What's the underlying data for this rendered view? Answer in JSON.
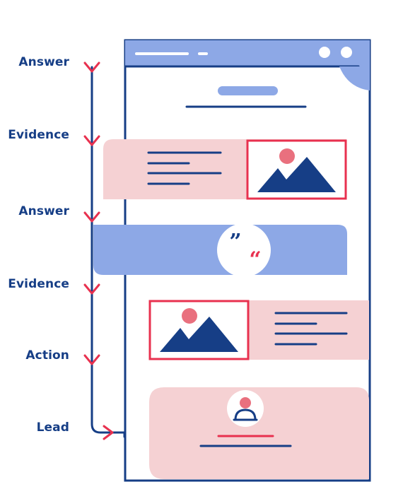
{
  "colors": {
    "navy": "#163E86",
    "accent_red": "#E8314F",
    "soft_blue": "#8DA8E6",
    "soft_pink": "#F5D1D3",
    "dot_pink": "#E9707E",
    "white": "#FFFFFF"
  },
  "steps": [
    {
      "label": "Answer"
    },
    {
      "label": "Evidence"
    },
    {
      "label": "Answer"
    },
    {
      "label": "Evidence"
    },
    {
      "label": "Action"
    },
    {
      "label": "Lead"
    }
  ],
  "icons": {
    "step_marker": "chevron-down-icon",
    "lead_marker": "chevron-right-icon",
    "image_placeholder": "image-icon",
    "quote": "quote-icon",
    "user": "user-icon"
  },
  "quote_marks": {
    "open": "”",
    "close": "“"
  }
}
